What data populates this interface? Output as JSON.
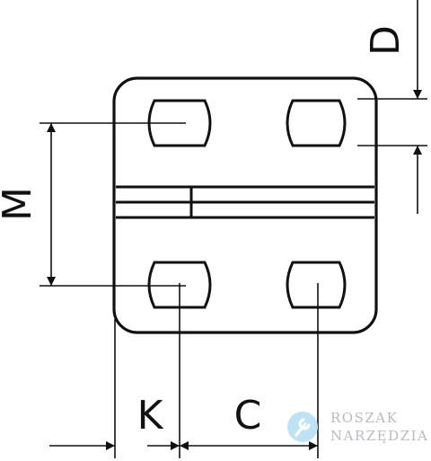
{
  "diagram": {
    "dimension_labels": {
      "d": "D",
      "m": "M",
      "k": "K",
      "c": "C"
    }
  },
  "watermark": {
    "line1": "ROSZAK",
    "line2": "NARZĘDZIA",
    "icon": "wrench-icon",
    "icon_color": "#bfe3f5",
    "text_color": "#b7bcc1"
  }
}
